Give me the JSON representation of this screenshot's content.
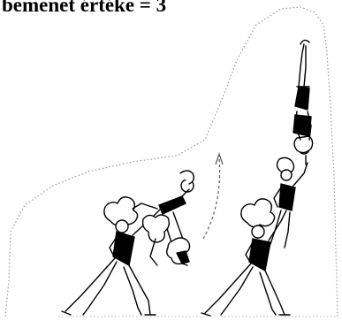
{
  "caption": "bemenet értéke = 3",
  "illustration": {
    "subject": "acrobatic-lift-sequence",
    "figure_color": "#000000",
    "background_color": "#ffffff",
    "outline_style": "dotted"
  }
}
